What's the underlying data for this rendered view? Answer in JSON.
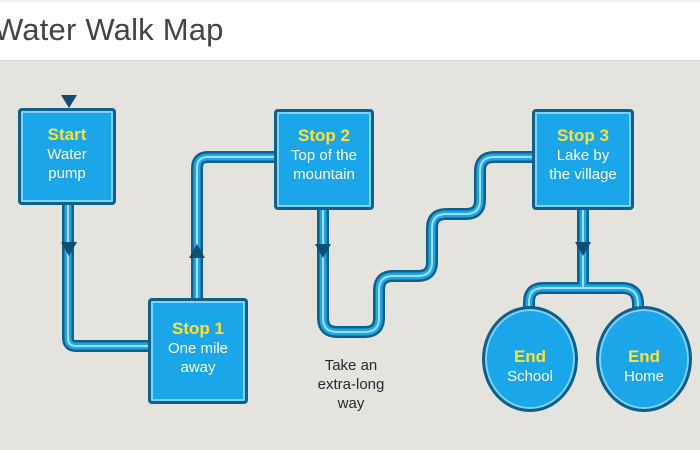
{
  "title": "Water Walk Map",
  "stops": {
    "start": {
      "title": "Start",
      "subtitle": "Water\npump"
    },
    "stop1": {
      "title": "Stop 1",
      "subtitle": "One mile\naway"
    },
    "stop2": {
      "title": "Stop 2",
      "subtitle": "Top of the\nmountain"
    },
    "stop3": {
      "title": "Stop 3",
      "subtitle": "Lake by\nthe village"
    },
    "end_school": {
      "title": "End",
      "subtitle": "School"
    },
    "end_home": {
      "title": "End",
      "subtitle": "Home"
    }
  },
  "note": "Take an\nextra-long\nway",
  "colors": {
    "background": "#e5e3dd",
    "node_fill": "#1aa6e8",
    "node_border": "#0f5f8a",
    "path_light": "#1aa6e8",
    "path_dark": "#0f5f8a",
    "label_yellow": "#ffe135",
    "arrow": "#0f4d73"
  }
}
